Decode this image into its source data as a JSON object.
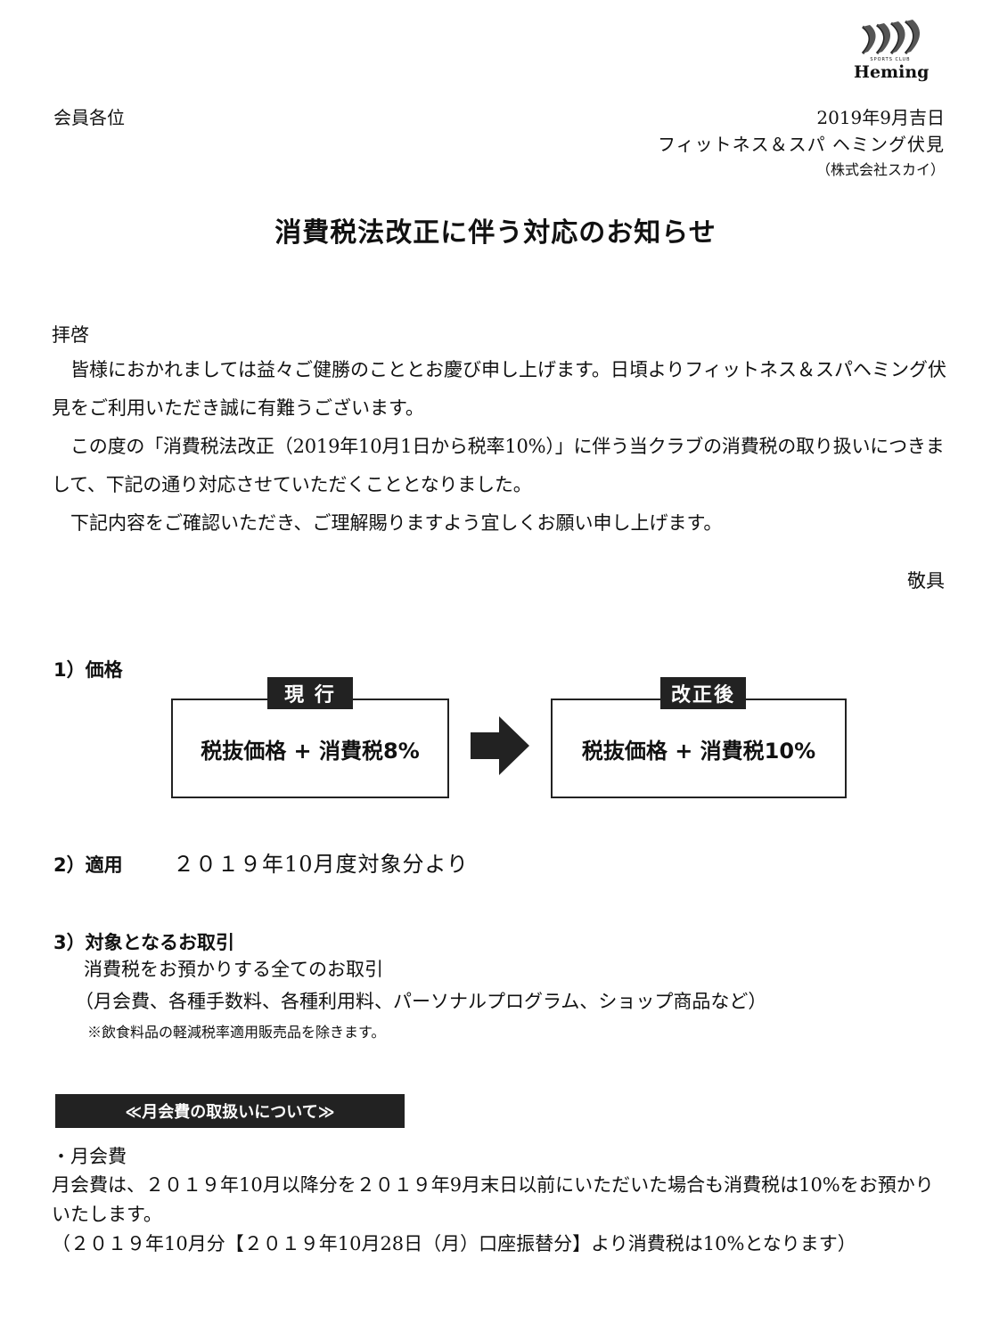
{
  "header": {
    "logo_text": "Heming",
    "logo_sub": "SPORTS CLUB",
    "recipient": "会員各位",
    "date": "2019年9月吉日",
    "sender": "フィットネス＆スパ ヘミング伏見",
    "company": "（株式会社スカイ）"
  },
  "title": "消費税法改正に伴う対応のお知らせ",
  "letter": {
    "greeting": "拝啓",
    "para1": "皆様におかれましては益々ご健勝のこととお慶び申し上げます。日頃よりフィットネス＆スパヘミング伏見をご利用いただき誠に有難うございます。",
    "para2": "この度の「消費税法改正（2019年10月1日から税率10%）」に伴う当クラブの消費税の取り扱いにつきまして、下記の通り対応させていただくこととなりました。",
    "para3": "下記内容をご確認いただき、ご理解賜りますよう宜しくお願い申し上げます。",
    "closing": "敬具"
  },
  "section1": {
    "heading": "1）価格",
    "current_label": "現 行",
    "current_value": "税抜価格 + 消費税8%",
    "after_label": "改正後",
    "after_value": "税抜価格 + 消費税10%"
  },
  "section2": {
    "heading": "2）適用",
    "text": "２０１９年10月度対象分より"
  },
  "section3": {
    "heading": "3）対象となるお取引",
    "line1": "消費税をお預かりする全てのお取引",
    "line2": "（月会費、各種手数料、各種利用料、パーソナルプログラム、ショップ商品など）",
    "note": "※飲食料品の軽減税率適用販売品を除きます。"
  },
  "monthly_fee": {
    "banner": "≪月会費の取扱いについて≫",
    "bullet": "・月会費",
    "desc": "月会費は、２０１９年10月以降分を２０１９年9月末日以前にいただいた場合も消費税は10%をお預かりいたします。",
    "note": "（２０１９年10月分【２０１９年10月28日（月）口座振替分】より消費税は10%となります）"
  }
}
